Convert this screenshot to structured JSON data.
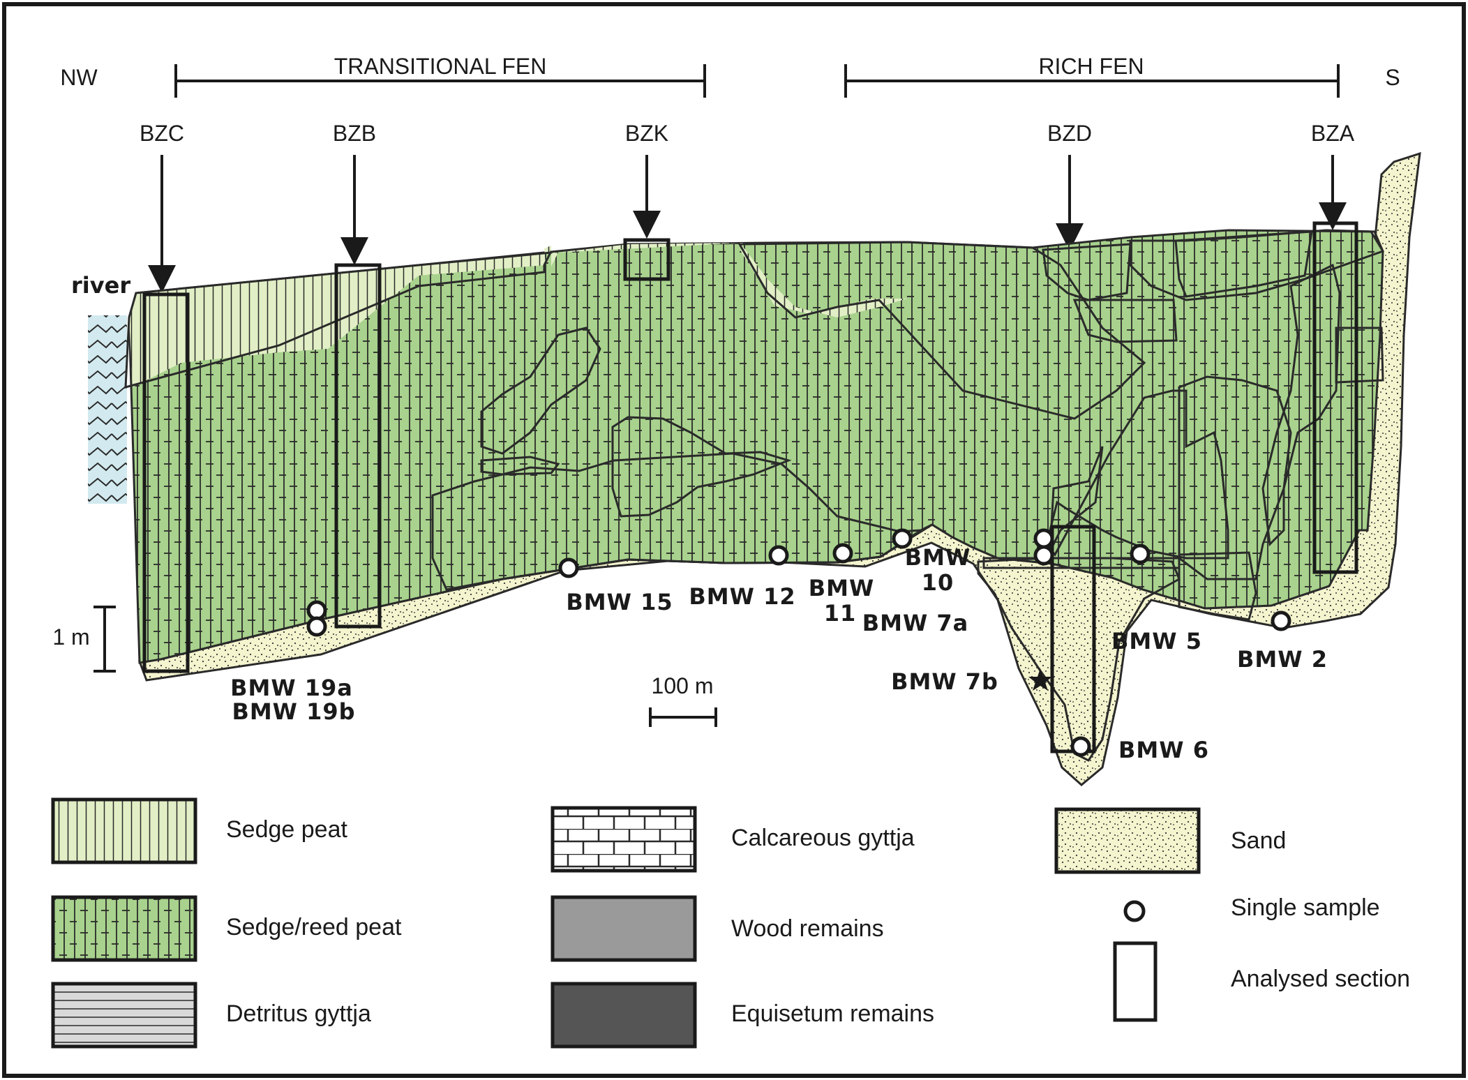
{
  "orientation": {
    "left": "NW",
    "right": "S"
  },
  "zones": [
    {
      "id": "transitional",
      "label": "TRANSITIONAL FEN"
    },
    {
      "id": "rich",
      "label": "RICH FEN"
    }
  ],
  "cores": [
    {
      "id": "bzc",
      "label": "BZC"
    },
    {
      "id": "bzb",
      "label": "BZB"
    },
    {
      "id": "bzk",
      "label": "BZK"
    },
    {
      "id": "bzd",
      "label": "BZD"
    },
    {
      "id": "bza",
      "label": "BZA"
    }
  ],
  "river_label": "river",
  "samples": {
    "bmw15": "BMW 15",
    "bmw12": "BMW 12",
    "bmw11_line1": "BMW",
    "bmw11_line2": "11",
    "bmw10_line1": "BMW",
    "bmw10_line2": "10",
    "bmw7a": "BMW 7a",
    "bmw7b": "BMW 7b",
    "bmw5": "BMW 5",
    "bmw2": "BMW 2",
    "bmw6": "BMW 6",
    "bmw19a": "BMW 19a",
    "bmw19b": "BMW 19b"
  },
  "scale": {
    "vertical": "1 m",
    "horizontal": "100 m"
  },
  "legend": [
    {
      "id": "sedge-peat",
      "label": "Sedge peat"
    },
    {
      "id": "sedge-reed-peat",
      "label": "Sedge/reed peat"
    },
    {
      "id": "detritus-gyttja",
      "label": "Detritus gyttja"
    },
    {
      "id": "calcareous-gyttja",
      "label": "Calcareous gyttja"
    },
    {
      "id": "wood-remains",
      "label": "Wood remains"
    },
    {
      "id": "equisetum-remains",
      "label": "Equisetum remains"
    },
    {
      "id": "sand",
      "label": "Sand"
    },
    {
      "id": "single-sample",
      "label": "Single sample"
    },
    {
      "id": "analysed-section",
      "label": "Analysed section"
    }
  ],
  "colors": {
    "sedge_peat": "#e2efc6",
    "sedge_reed_peat": "#a8d28d",
    "detritus_gyttja": "#d9d9d9",
    "wood": "#9a9a9a",
    "equisetum": "#555555",
    "sand": "#f4f4cf",
    "water": "#d2eaef"
  }
}
